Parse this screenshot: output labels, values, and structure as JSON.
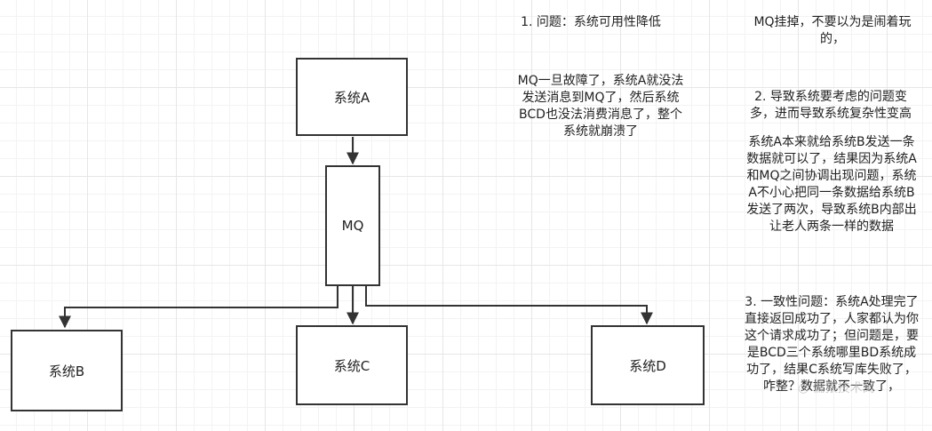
{
  "colors": {
    "stroke": "#333333",
    "grid": "#e6e6e6"
  },
  "nodes": {
    "system_a": "系统A",
    "mq": "MQ",
    "system_b": "系统B",
    "system_c": "系统C",
    "system_d": "系统D"
  },
  "notes": {
    "title_1": "1. 问题：系统可用性降低",
    "desc_1": "MQ一旦故障了，系统A就没法发送消息到MQ了，然后系统BCD也没法消费消息了，整个系统就崩溃了",
    "top_right": "MQ挂掉，不要以为是闹着玩的，",
    "title_2": "2. 导致系统要考虑的问题变多，进而导致系统复杂性变高",
    "desc_2": "系统A本来就给系统B发送一条数据就可以了，结果因为系统A和MQ之间协调出现问题，系统A不小心把同一条数据给系统B发送了两次，导致系统B内部出让老人两条一样的数据",
    "title_3": "3. 一致性问题：系统A处理完了直接返回成功了，人家都认为你这个请求成功了；但问题是，要是BCD三个系统哪里BD系统成功了，结果C系统写库失败了，咋整？数据就不一致了，"
  },
  "watermark": {
    "icon": "wechat-icon",
    "text": "儒猿技术窝"
  }
}
